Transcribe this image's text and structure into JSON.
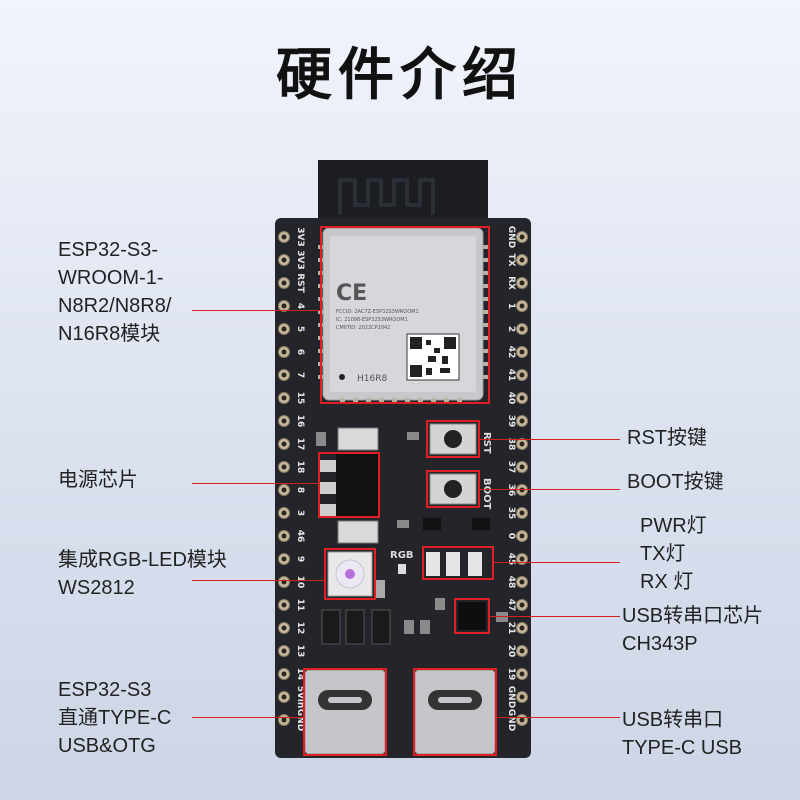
{
  "title": "硬件介绍",
  "labels": {
    "module": "ESP32-S3-\nWROOM-1-\nN8R2/N8R8/\nN16R8模块",
    "power_chip": "电源芯片",
    "rgb_led": "集成RGB-LED模块\nWS2812",
    "typec_otg": "ESP32-S3\n直通TYPE-C\nUSB&OTG",
    "rst": "RST按键",
    "boot": "BOOT按键",
    "leds": "PWR灯\nTX灯\nRX 灯",
    "usb_serial_chip": "USB转串口芯片\nCH343P",
    "usb_serial_typec": "USB转串口\nTYPE-C USB"
  },
  "board": {
    "pins_left": [
      "3V3",
      "3V3",
      "RST",
      "4",
      "5",
      "6",
      "7",
      "15",
      "16",
      "17",
      "18",
      "8",
      "3",
      "46",
      "9",
      "10",
      "11",
      "12",
      "13",
      "14",
      "5Vin",
      "GND"
    ],
    "pins_right": [
      "GND",
      "TX",
      "RX",
      "1",
      "2",
      "42",
      "41",
      "40",
      "39",
      "38",
      "37",
      "36",
      "35",
      "0",
      "45",
      "48",
      "47",
      "21",
      "20",
      "19",
      "GND",
      "GND"
    ],
    "module_text": [
      "FCCID: 2AC7Z-ESP32S3WROOM1",
      "IC: 21098-ESP32S3WROOM1",
      "CMIITID: 2022CP2042"
    ],
    "module_variant": "H16R8",
    "ce_mark": "CE",
    "rgb_silk": "RGB",
    "rst_silk": "RST",
    "boot_silk": "BOOT"
  }
}
